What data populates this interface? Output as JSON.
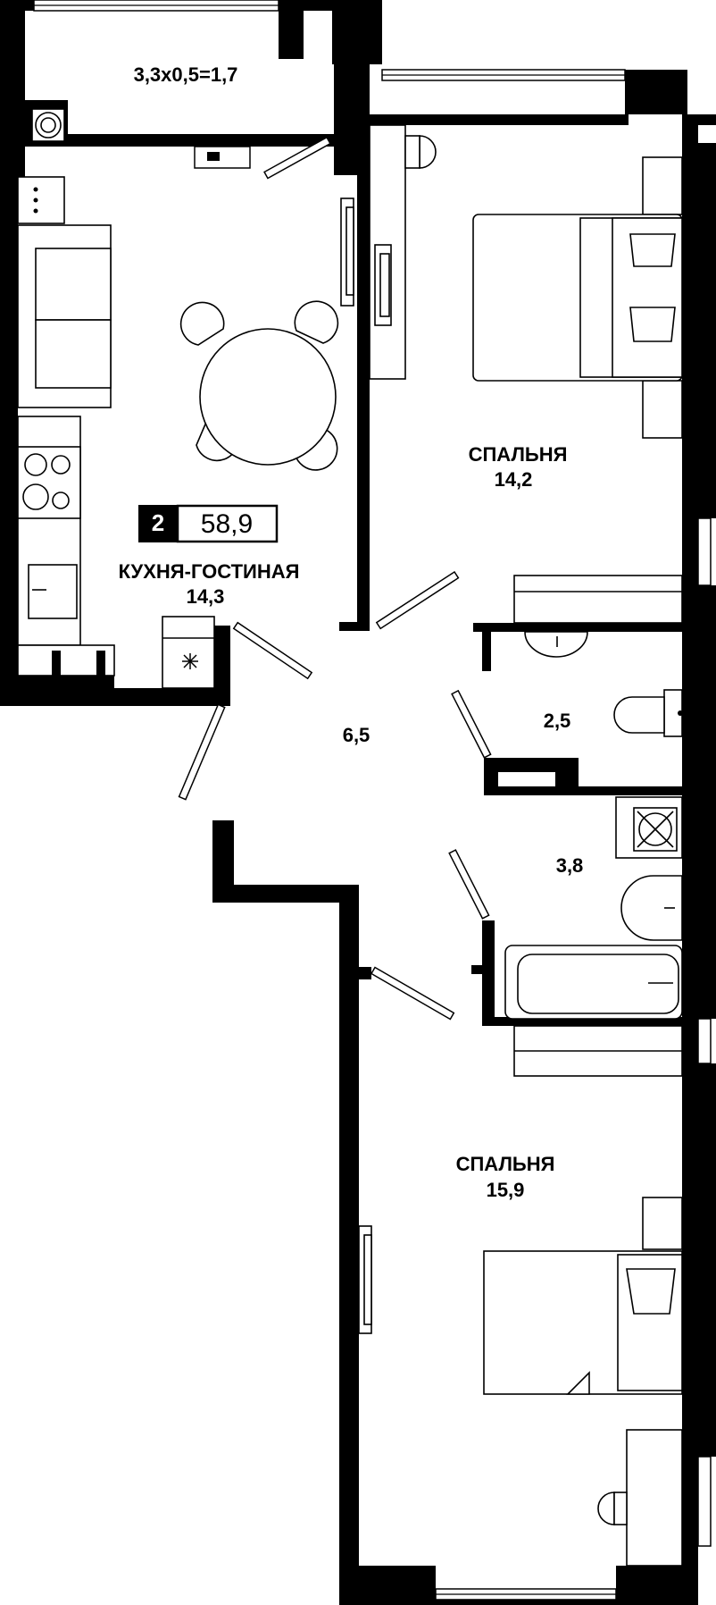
{
  "apartment": {
    "rooms_count": "2",
    "total_area": "58,9"
  },
  "rooms": {
    "balcony": {
      "area_formula": "3,3x0,5=1,7"
    },
    "kitchen_living": {
      "name": "КУХНЯ-ГОСТИНАЯ",
      "area": "14,3"
    },
    "bedroom_1": {
      "name": "СПАЛЬНЯ",
      "area": "14,2"
    },
    "hallway": {
      "area": "6,5"
    },
    "wc": {
      "area": "2,5"
    },
    "bathroom": {
      "area": "3,8"
    },
    "bedroom_2": {
      "name": "СПАЛЬНЯ",
      "area": "15,9"
    }
  }
}
